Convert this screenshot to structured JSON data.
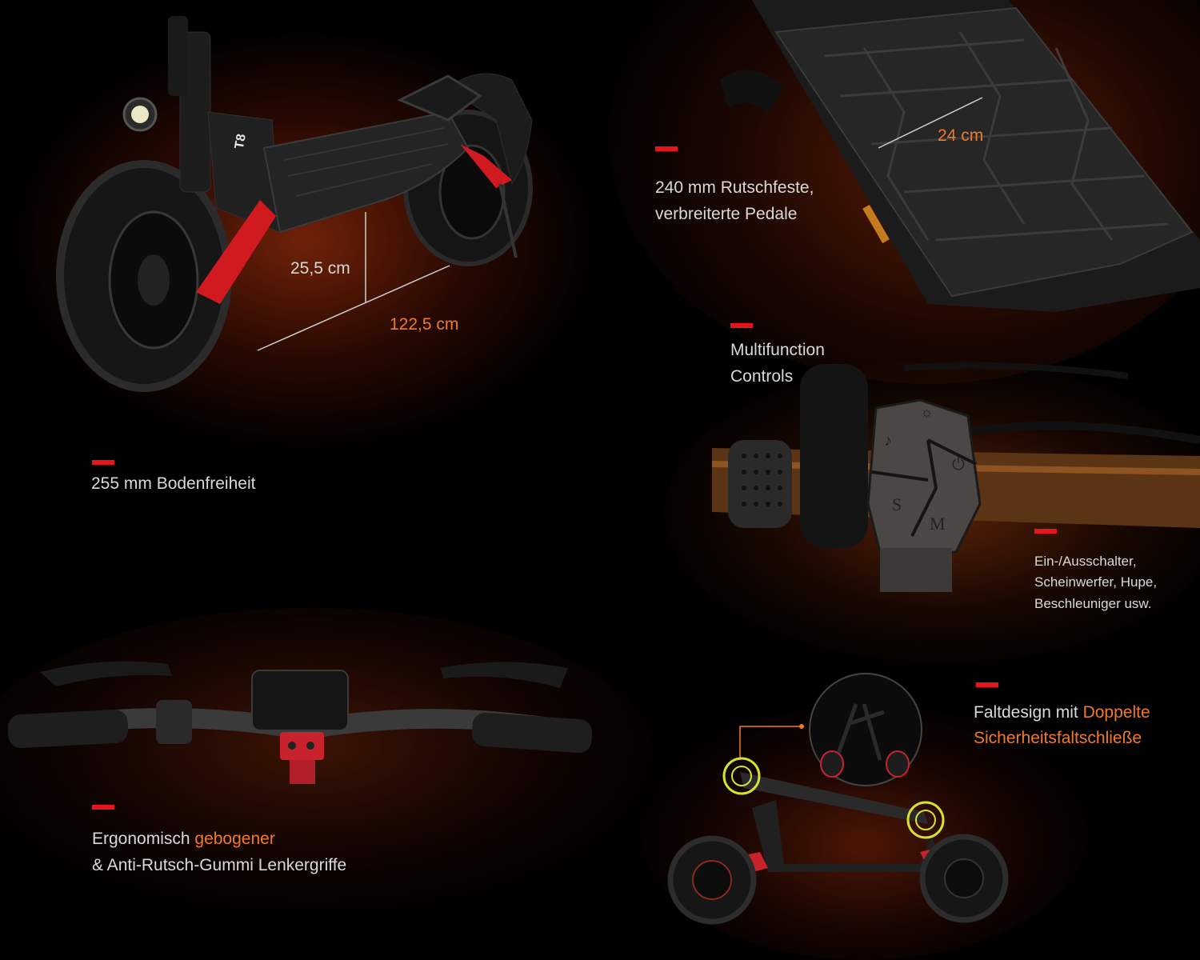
{
  "colors": {
    "accent_red": "#e8141b",
    "highlight_orange": "#f07a2b",
    "text": "#d9d9d9",
    "background": "#000000"
  },
  "scooter": {
    "brand_mark": "T8",
    "height_label": "25,5 cm",
    "length_label": "122,5 cm"
  },
  "deck": {
    "width_label": "24 cm"
  },
  "features": {
    "ground_clearance": {
      "text": "255 mm Bodenfreiheit"
    },
    "pedal": {
      "line1": "240 mm Rutschfeste,",
      "line2": "verbreiterte Pedale"
    },
    "controls": {
      "line1": "Multifunction",
      "line2": "Controls"
    },
    "switches": {
      "line1": "Ein-/Ausschalter,",
      "line2": "Scheinwerfer, Hupe,",
      "line3": "Beschleuniger usw."
    },
    "handlebar": {
      "part1": "Ergonomisch ",
      "part1_highlight": "gebogener",
      "line2": "& Anti-Rutsch-Gummi Lenkergriffe"
    },
    "folding": {
      "part1": "Faltdesign mit ",
      "part1_highlight": "Doppelte",
      "line2_highlight": "Sicherheitsfaltschließe"
    }
  },
  "control_icons": [
    "light-icon",
    "horn-icon",
    "power-icon",
    "s-mode-icon",
    "m-mode-icon"
  ]
}
